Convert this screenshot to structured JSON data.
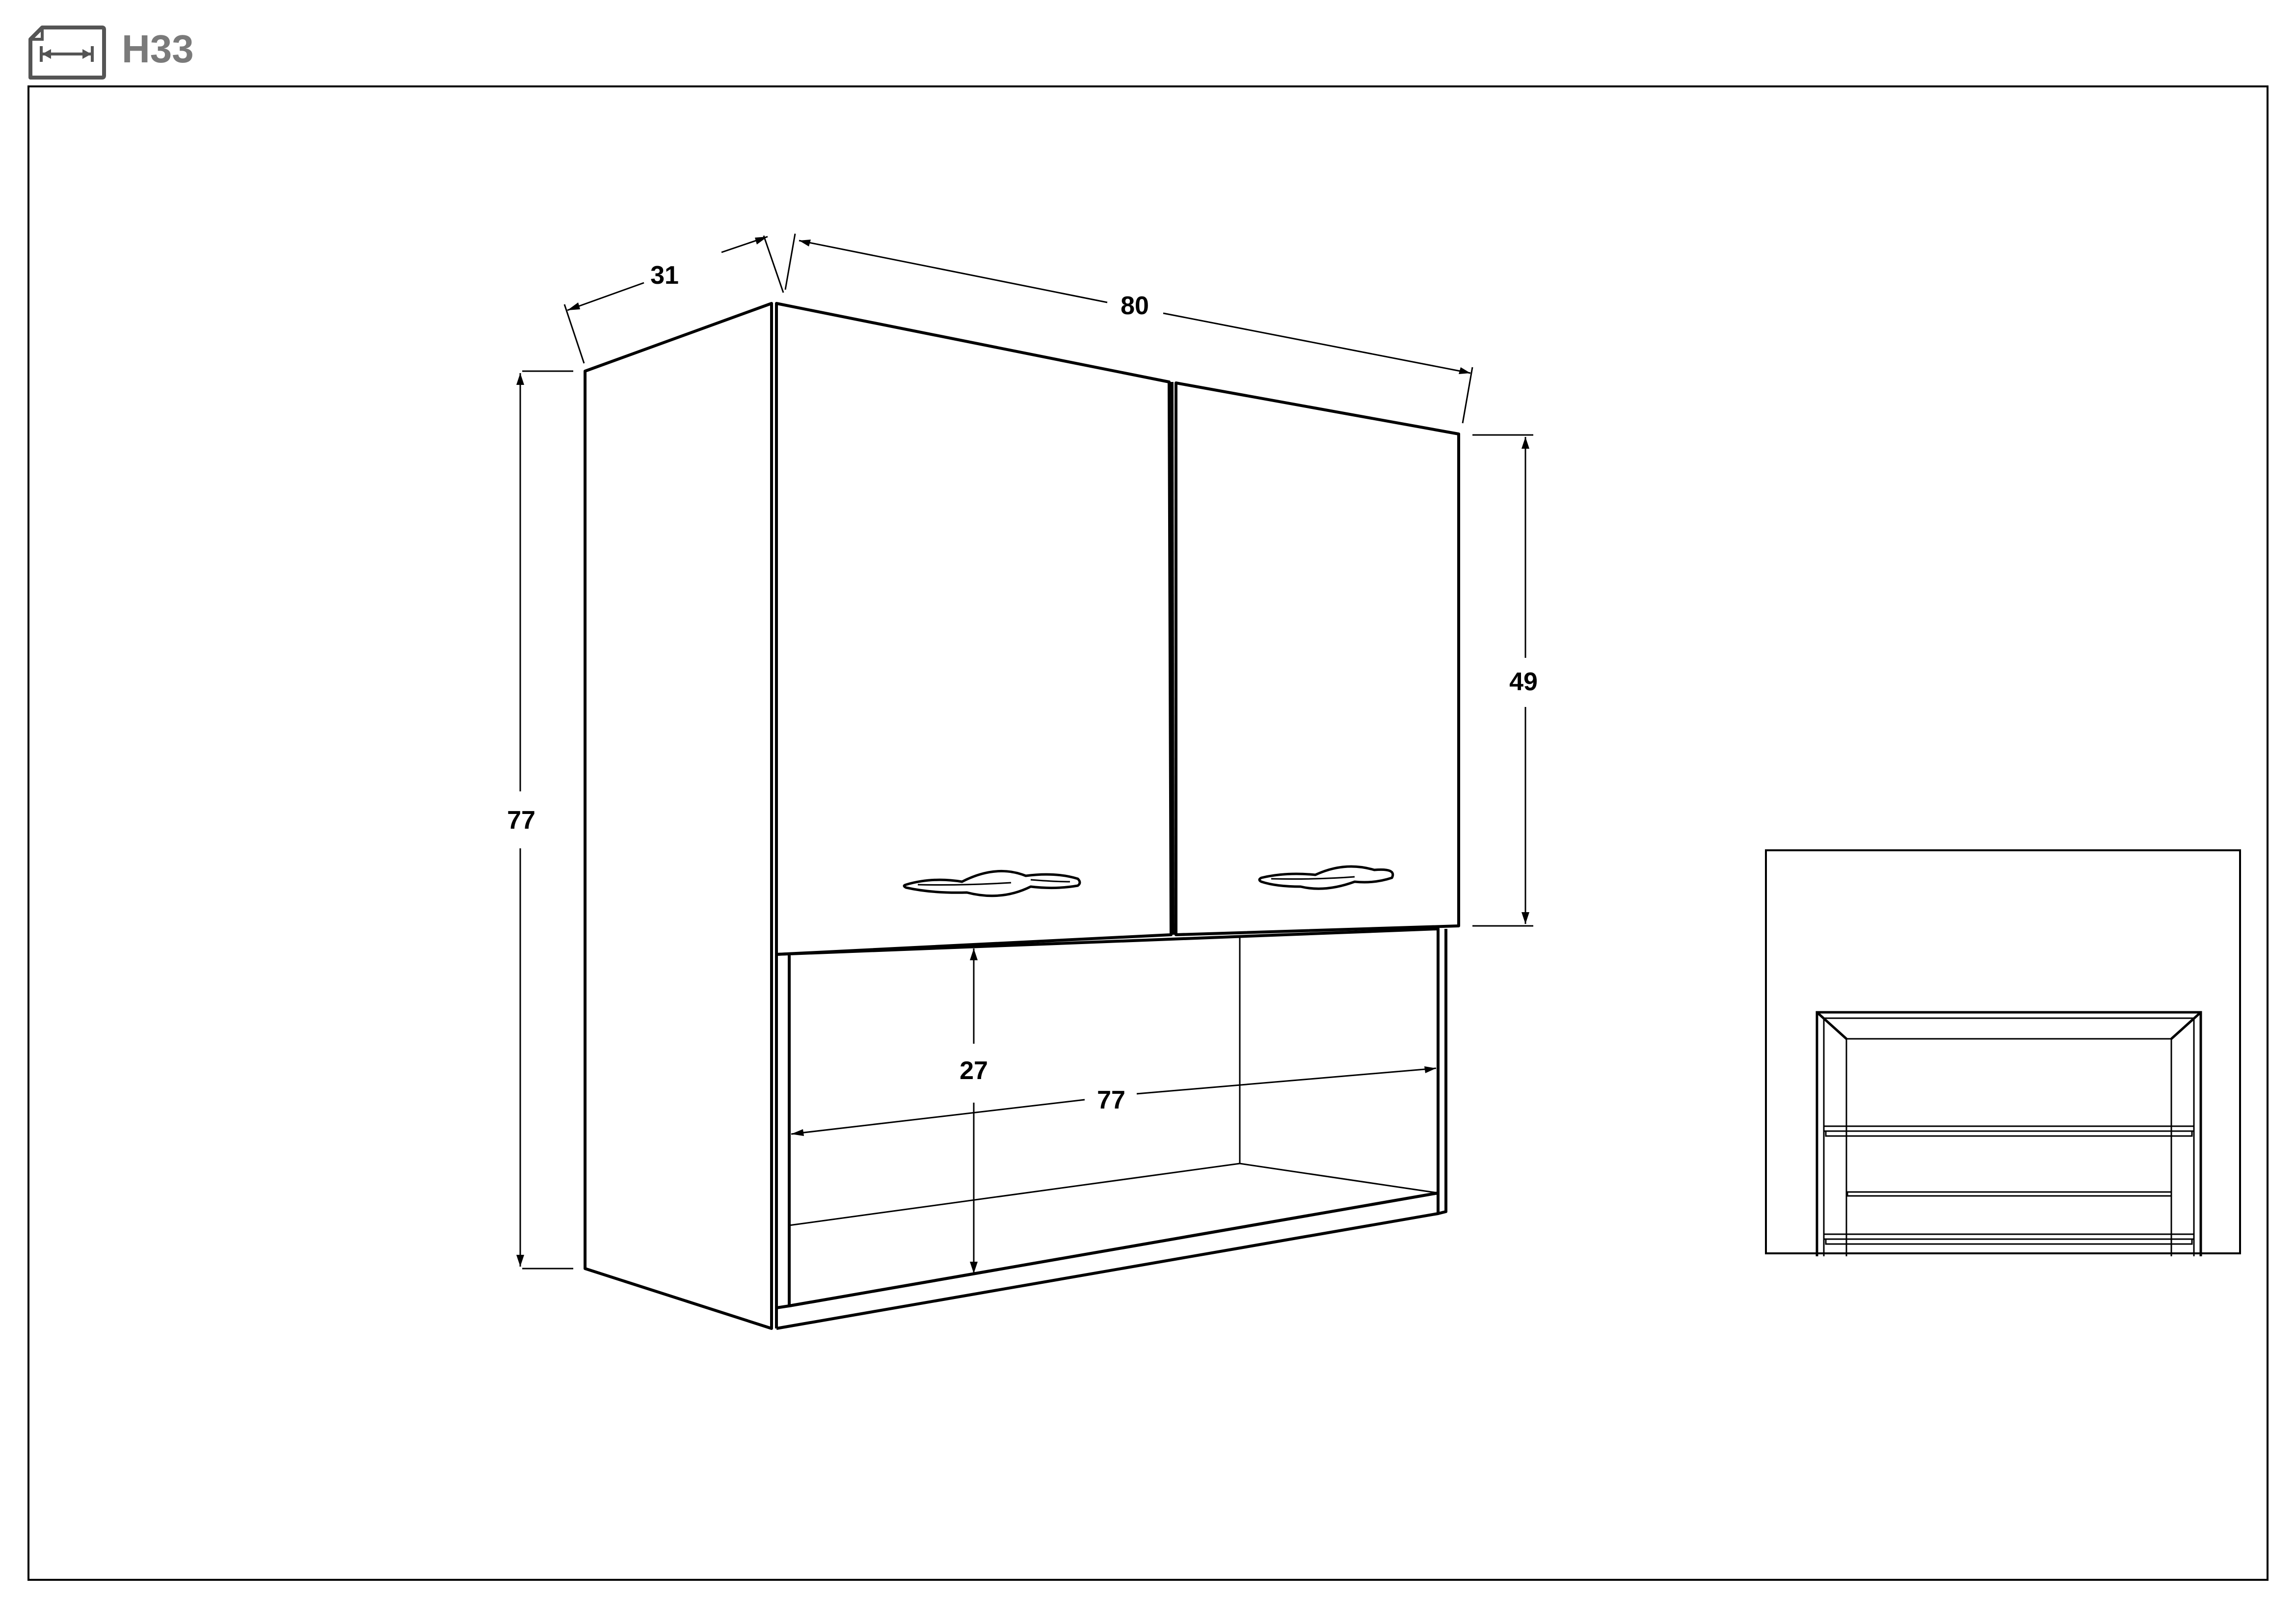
{
  "header": {
    "icon": "dimensions-icon",
    "code": "H33"
  },
  "dimensions": {
    "depth": "31",
    "width": "80",
    "height": "77",
    "door_height": "49",
    "inner_height": "27",
    "inner_width": "77"
  },
  "inset": {
    "icon": "cabinet-front-open-icon"
  }
}
